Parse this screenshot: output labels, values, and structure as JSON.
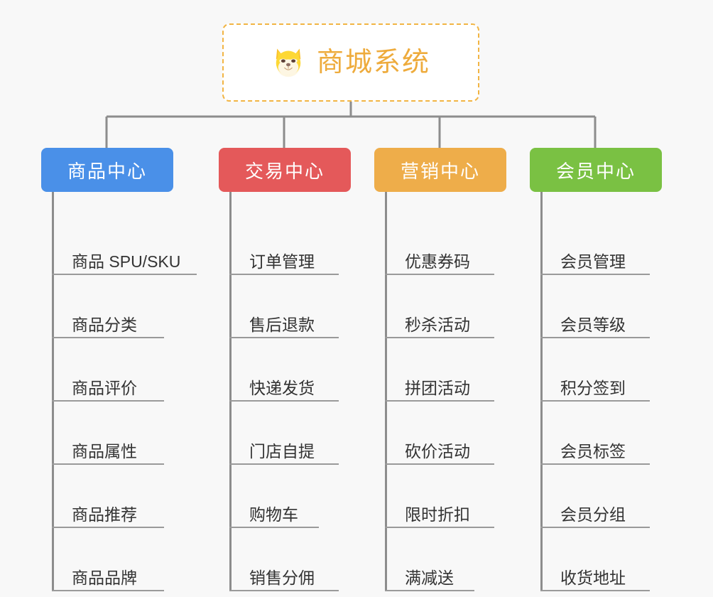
{
  "page": {
    "background_color": "#f8f8f8",
    "line_color": "#8d8d8d"
  },
  "root": {
    "title": "商城系统",
    "icon": "shiba-dog-face-icon",
    "border_color": "#f2b544",
    "text_color": "#eeab3c",
    "background_color": "#ffffff"
  },
  "columns": [
    {
      "header": "商品中心",
      "color": "#4a90e8",
      "width": 186,
      "items": [
        "商品 SPU/SKU",
        "商品分类",
        "商品评价",
        "商品属性",
        "商品推荐",
        "商品品牌"
      ],
      "underline_widths": [
        204,
        158,
        158,
        158,
        158,
        158
      ]
    },
    {
      "header": "交易中心",
      "color": "#e4595a",
      "width": 186,
      "items": [
        "订单管理",
        "售后退款",
        "快递发货",
        "门店自提",
        "购物车",
        "销售分佣"
      ],
      "underline_widths": [
        154,
        154,
        154,
        154,
        126,
        154
      ]
    },
    {
      "header": "营销中心",
      "color": "#eead4a",
      "width": 186,
      "items": [
        "优惠券码",
        "秒杀活动",
        "拼团活动",
        "砍价活动",
        "限时折扣",
        "满减送"
      ],
      "underline_widths": [
        154,
        154,
        154,
        154,
        154,
        126
      ]
    },
    {
      "header": "会员中心",
      "color": "#7ac143",
      "width": 186,
      "items": [
        "会员管理",
        "会员等级",
        "积分签到",
        "会员标签",
        "会员分组",
        "收货地址"
      ],
      "underline_widths": [
        154,
        154,
        154,
        154,
        154,
        154
      ]
    }
  ]
}
